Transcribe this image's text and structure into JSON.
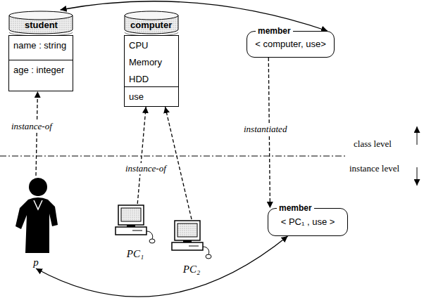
{
  "diagram": {
    "nodes": [
      {
        "text": [
          "student",
          "name : string",
          "age : integer"
        ]
      },
      {
        "text": [
          "computer",
          "CPU",
          "Memory",
          "HDD",
          "use"
        ]
      },
      {
        "text": [
          "member",
          "< computer, use>"
        ]
      },
      {
        "text": [
          "p"
        ]
      },
      {
        "text": [
          "PC₁"
        ]
      },
      {
        "text": [
          "PC₂"
        ]
      },
      {
        "text": [
          "member",
          "< PC₁ , use >"
        ]
      }
    ],
    "edges": [
      {
        "from": 0,
        "to": 2,
        "arrow": "both"
      },
      {
        "from": 3,
        "to": 0,
        "arrow": "to",
        "label": "instance-of"
      },
      {
        "from": 4,
        "to": 1,
        "arrow": "to",
        "label": "instance-of"
      },
      {
        "from": 5,
        "to": 1,
        "arrow": "to"
      },
      {
        "from": 2,
        "to": 6,
        "arrow": "to",
        "label": "instantiated"
      },
      {
        "from": 3,
        "to": 6,
        "arrow": "both"
      }
    ],
    "labels": [
      "class level",
      "instance level"
    ]
  }
}
